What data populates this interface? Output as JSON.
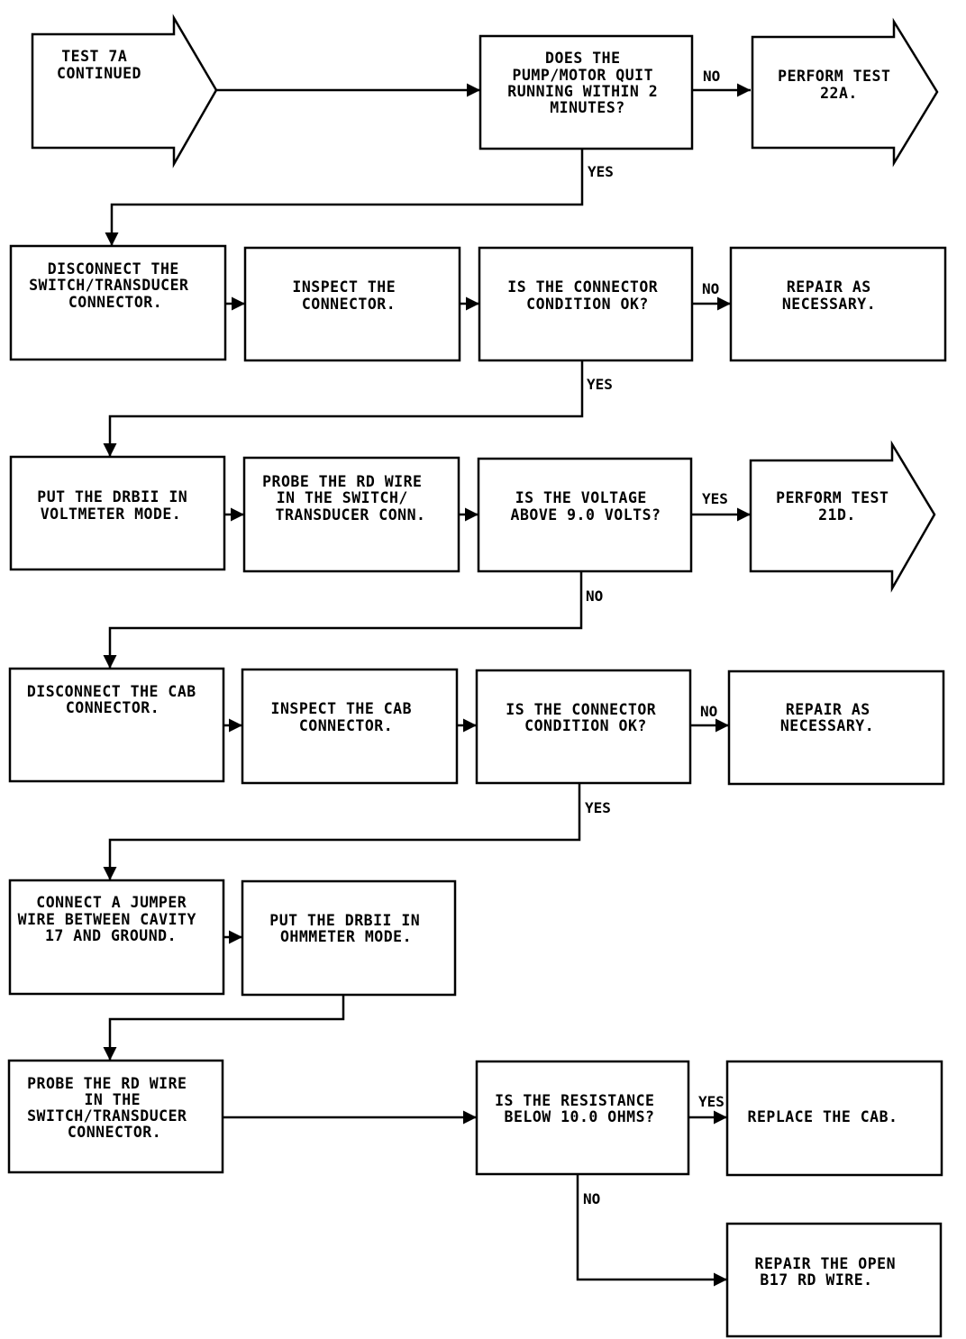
{
  "nodes": {
    "test7a": [
      "TEST 7A",
      "CONTINUED"
    ],
    "q_pump": [
      "DOES THE",
      "PUMP/MOTOR QUIT",
      "RUNNING WITHIN 2",
      "MINUTES?"
    ],
    "test22a": [
      "PERFORM TEST",
      "22A."
    ],
    "disc_switch": [
      "DISCONNECT THE",
      "SWITCH/TRANSDUCER",
      "CONNECTOR."
    ],
    "insp_conn": [
      "INSPECT THE",
      "CONNECTOR."
    ],
    "q_conn1": [
      "IS THE CONNECTOR",
      "CONDITION OK?"
    ],
    "repair1": [
      "REPAIR AS",
      "NECESSARY."
    ],
    "put_volt": [
      "PUT THE DRBII IN",
      "VOLTMETER MODE."
    ],
    "probe1": [
      "PROBE THE RD WIRE",
      "IN THE SWITCH/",
      "TRANSDUCER CONN."
    ],
    "q_volt": [
      "IS THE VOLTAGE",
      "ABOVE 9.0 VOLTS?"
    ],
    "test21d": [
      "PERFORM TEST",
      "21D."
    ],
    "disc_cab": [
      "DISCONNECT THE CAB",
      "CONNECTOR."
    ],
    "insp_cab": [
      "INSPECT THE CAB",
      "CONNECTOR."
    ],
    "q_conn2": [
      "IS THE CONNECTOR",
      "CONDITION OK?"
    ],
    "repair2": [
      "REPAIR AS",
      "NECESSARY."
    ],
    "jumper": [
      "CONNECT A JUMPER",
      "WIRE BETWEEN CAVITY",
      "17 AND GROUND."
    ],
    "put_ohm": [
      "PUT THE DRBII IN",
      "OHMMETER MODE."
    ],
    "probe2": [
      "PROBE THE RD WIRE",
      "IN THE",
      "SWITCH/TRANSDUCER",
      "CONNECTOR."
    ],
    "q_res": [
      "IS THE RESISTANCE",
      "BELOW 10.0 OHMS?"
    ],
    "replace_cab": [
      "REPLACE THE CAB."
    ],
    "repair_open": [
      "REPAIR THE OPEN",
      "B17 RD WIRE."
    ]
  },
  "edge_labels": {
    "pump_no": "NO",
    "pump_yes": "YES",
    "conn1_no": "NO",
    "conn1_yes": "YES",
    "volt_yes": "YES",
    "volt_no": "NO",
    "conn2_no": "NO",
    "conn2_yes": "YES",
    "res_yes": "YES",
    "res_no": "NO"
  }
}
